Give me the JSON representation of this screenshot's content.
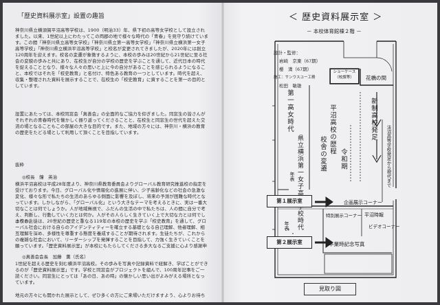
{
  "left_page": {
    "title": "「歴史資料展示室」設置の趣旨",
    "para1": "神奈川県立横須賀平沼高等学校は、1900（明治33）年、県下初の高等女学校として設立されました。以来、1世紀以上にわたってこの両郡の地で様々な時代の「青春」を見守り続けています。この間「神奈川県立高等女学校」「神奈川県立第一高等女学校」「神奈川県立横浜第一女子高等学校」「神奈川県立横浜平沼高等学校」と校名が変更されてきましたが、2020年には創立120周年を迎えます。校名の変遷が象徴するように、本校の歩みは20世紀から21世紀に至る社会の変貌の歩みと共にあり、在校生が自分の学校の歴史を学ぶことを通して、近代日本の時代を捉えることとなり、様々な人々の思いと上に今の自分があることを感じられるようになること、本校ではそれを「校史教育」と名付け、特色ある教育の一つとしています。時代を超え、収集・整理された資料を展示することで、在校生の「校史教育」に資することを第一の目的としています。",
    "para2": "設置にあたっては、本校同窓会「真善会」の全面的なご協力を仰ぎました。同窓生の皆さんがそれぞれの青春時代を懐かしく振り返ってくださることと、在校生と同窓生の世代を超えた交流の場となることもこの部屋の大きな目的です。また、地域の方々には、神奈川・横浜の教育の歴史をたどる場として利用して頂くことを目指しています。",
    "excerpt_label": "抜粋",
    "signature1": "◎校長　鐘　英治",
    "para3": "横浜平沼高校は平成28年度より、神奈川県教育委員会よりグローバル教育研究推進校の指定を受けております。今日、グローバル化や情報化の進展に伴い、少子高齢化などの社会の急激な変化、様々な形で私たちの生活のあらゆる側面に影響を及ぼし、将来の予測が困難な時代となっています。しかしながら、「グローバル化」という大きなテーマを考えるときに、実は一番大切なことは何でしょうか。人が地域無視で、ふだんの生活の中で私たちは、人の間に自分で考え、判断し、行動していく力とは何か。人がその人らしく生きていく上で大切な力とは何でしょうか。",
    "para4": "本校の生徒は、20世紀の歴史と重なる119年の本校の歴史を学ぶ「校史教育」を通して、グローバル社会における自らのアイデンティティーを確立する基礎となる自己理解、他者理解、相互理解を深め、多様性を尊重する態度を養成することが期待されます。生徒たちが、これからの複雑な社会において、リーダーシップを発揮することを目指して、力強く生きていくことを願っています。「歴史資料展示室」が本校にもたらしてくださる多大なるご支援に心より感謝申し上げると共に、益々充実された資料展示室となることを願っております。",
    "signature2": "◎真善会会長　加藤　薫（氏名）",
    "para5": "1世紀を超える歴史を刻む横浜平沼高校。その歩みを写真や記録資料で紐解き、学ばことができるのが「歴史資料展示室」です。学校と同窓会がプロジェクトを組んで、100周年記事をご一読ください。同窓生にとっては「あの日、あの時」の懐かしい思い出がよみがえる場所となっています。",
    "para6": "地元の方々にも開かれた展示として、ぜひ多くの方にご来場いただけますよう、心よりお待ちしております。"
  },
  "right_page": {
    "title": "＜ 歴史資料展示室 ＞",
    "subtitle": "－ 本校体育館棟２階 －",
    "credits": {
      "design_label": "設計・監修：",
      "names": [
        "岩崎　京東（67期）",
        "櫻　満（67期）"
      ],
      "construction_label": "施工：サンウスユー工務",
      "worker": "松田　敏雄"
    },
    "rooms": {
      "showcase": "ショーケース\n（校旗等）",
      "hana": "花橋の間",
      "dai_ichi": "第一高女時代",
      "kenritsu": "県立横浜第一女子高等学校時代",
      "hiranuma": "平沼高校の歴程",
      "kousha": "校舎の変遷",
      "reiwa": "令和期",
      "shinsei": "新制高校発足",
      "mokuji_note": "法沼高等学校発足から現代まで",
      "nenpyo1": "年表",
      "nenpyo2": "年表",
      "kikaku": "企画展示コーナー",
      "tokubetsu": "特別展示コーナー",
      "heisei": "平沼時報",
      "video": "ビデオコーナー",
      "sotsugyo": "卒業時記念写真"
    },
    "exhibit1": "第１展示室",
    "exhibit2": "第２展示室",
    "footer": "見取り図"
  },
  "colors": {
    "paper": "#eeeef0",
    "ink": "#222222",
    "background": "#3a3a3e"
  }
}
